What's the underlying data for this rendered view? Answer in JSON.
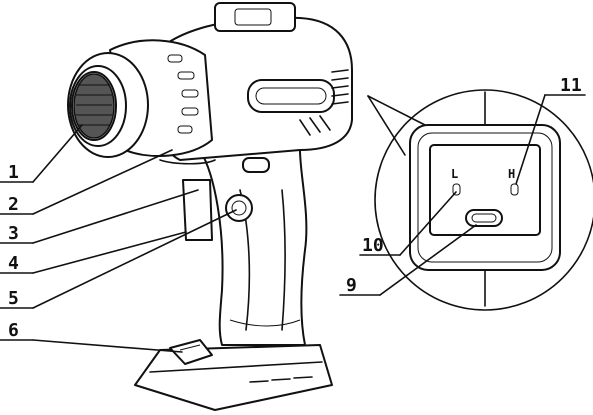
{
  "callouts": {
    "c1": "1",
    "c2": "2",
    "c3": "3",
    "c4": "4",
    "c5": "5",
    "c6": "6",
    "c9": "9",
    "c10": "10",
    "c11": "11"
  },
  "panel": {
    "left_label": "L",
    "right_label": "H"
  }
}
